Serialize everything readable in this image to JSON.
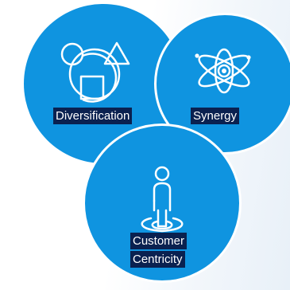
{
  "nodes": [
    {
      "id": "diversification",
      "label": "Diversification",
      "icon": "shapes-icon"
    },
    {
      "id": "synergy",
      "label": "Synergy",
      "icon": "atom-icon"
    },
    {
      "id": "customer-centricity",
      "label_line1": "Customer",
      "label_line2": "Centricity",
      "icon": "person-on-target-icon"
    }
  ],
  "colors": {
    "circle_fill": "#0f94e0",
    "label_bg": "#0a2150",
    "label_text": "#ffffff",
    "icon_stroke": "#ffffff"
  }
}
